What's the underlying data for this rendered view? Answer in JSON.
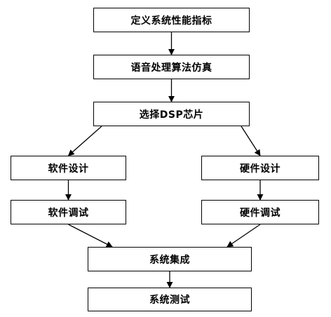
{
  "flowchart": {
    "nodes": {
      "define": "定义系统性能指标",
      "simulate": "语音处理算法仿真",
      "select_dsp": "选择DSP芯片",
      "sw_design": "软件设计",
      "hw_design": "硬件设计",
      "sw_debug": "软件调试",
      "hw_debug": "硬件调试",
      "integrate": "系统集成",
      "test": "系统测试"
    },
    "edges": [
      [
        "define",
        "simulate"
      ],
      [
        "simulate",
        "select_dsp"
      ],
      [
        "select_dsp",
        "sw_design"
      ],
      [
        "select_dsp",
        "hw_design"
      ],
      [
        "sw_design",
        "sw_debug"
      ],
      [
        "hw_design",
        "hw_debug"
      ],
      [
        "sw_debug",
        "integrate"
      ],
      [
        "hw_debug",
        "integrate"
      ],
      [
        "integrate",
        "test"
      ]
    ],
    "colors": {
      "stroke": "#000000",
      "background": "#ffffff"
    }
  }
}
